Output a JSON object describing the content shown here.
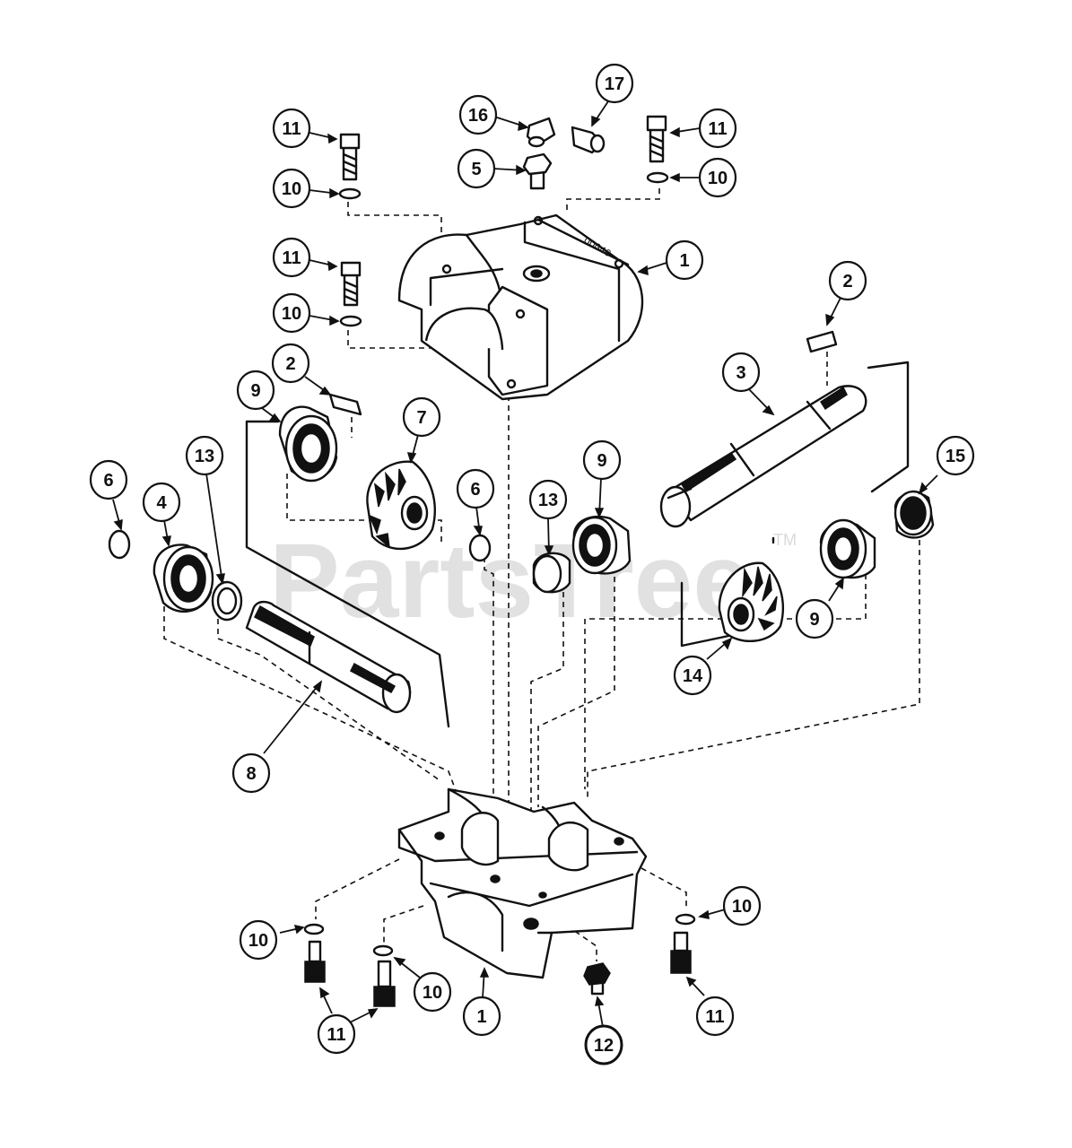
{
  "watermark": {
    "brand": "PartsTree",
    "trademark": "TM"
  },
  "callouts": {
    "top_left_bolt_label": "11",
    "top_left_washer_label": "10",
    "mid_left_bolt_label": "11",
    "mid_left_washer_label": "10",
    "fitting_elbow_label": "16",
    "fitting_zerk_label": "17",
    "fitting_adapter_label": "5",
    "top_right_bolt_label": "11",
    "top_right_washer_label": "10",
    "upper_housing_label": "1",
    "right_key_label": "2",
    "left_key_label": "2",
    "right_shaft_label": "3",
    "left_bearing_label": "9",
    "left_gear_label": "7",
    "left_cap_label": "6",
    "left_outer_bearing_label": "4",
    "left_seal_label": "13",
    "center_cap_label": "6",
    "center_seal_label": "13",
    "center_bearing_label": "9",
    "right_seal_ring_label": "15",
    "right_bearing_label": "9",
    "right_gear_label": "14",
    "left_shaft_label": "8",
    "lower_left_washer_label": "10",
    "lower_mid_washer_label": "10",
    "lower_right_washer_label": "10",
    "lower_left_bolt_label": "11",
    "lower_right_bolt_label": "11",
    "lower_housing_label": "1",
    "drain_plug_label": "12"
  }
}
